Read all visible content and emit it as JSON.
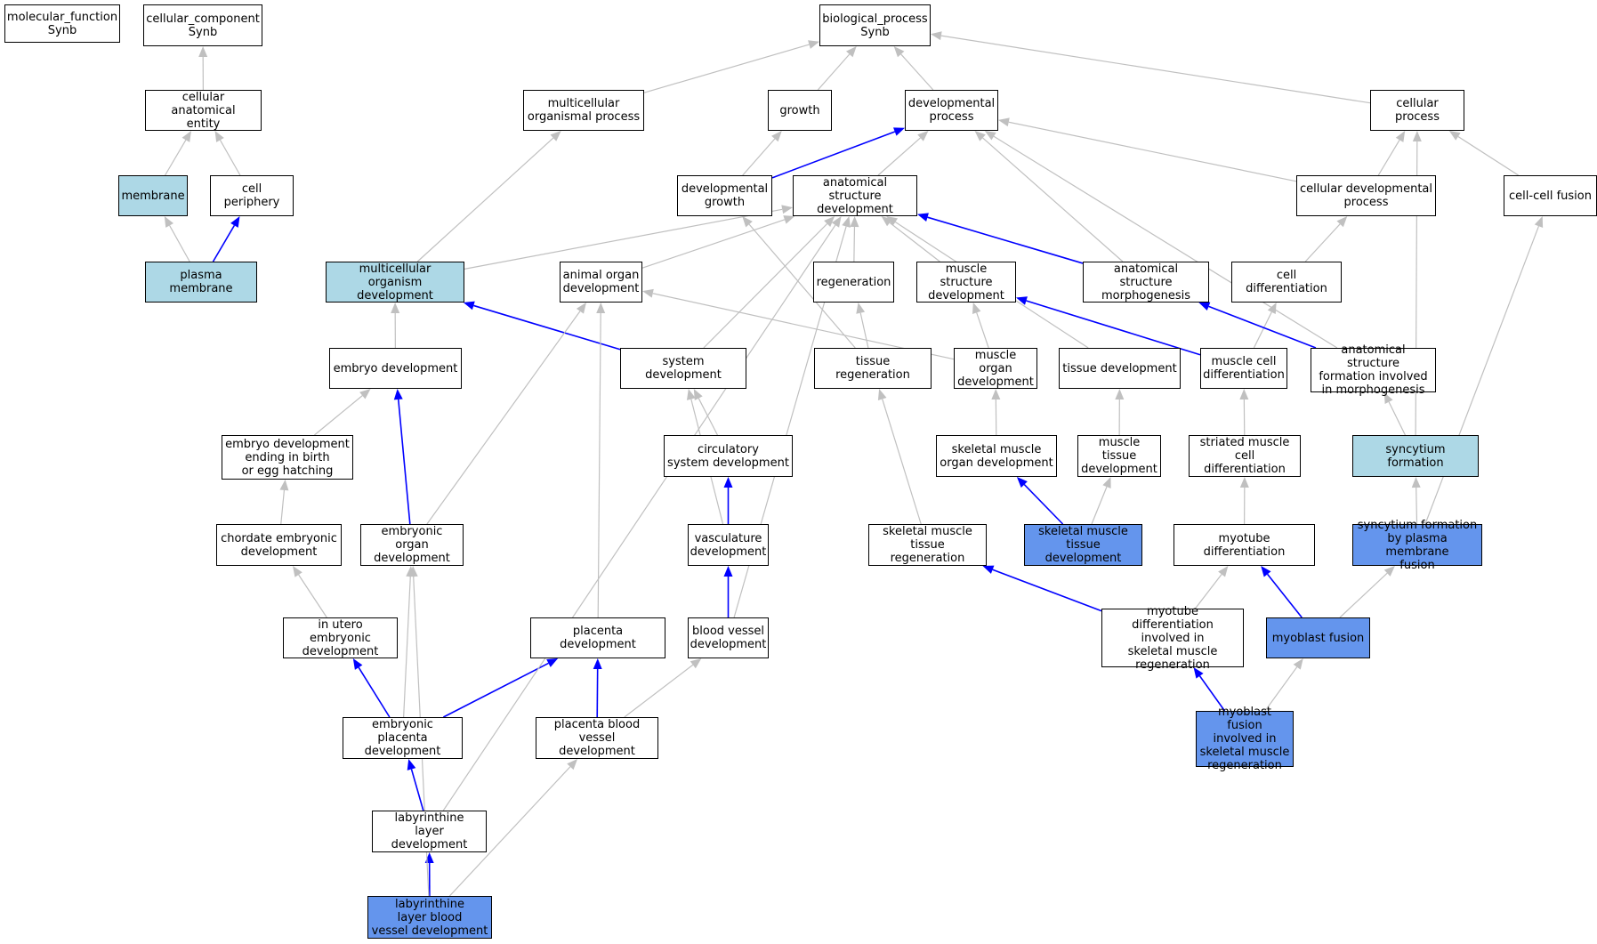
{
  "colors": {
    "plain": "#ffffff",
    "light": "#add8e6",
    "dark": "#6495ed",
    "edge_gray": "#c0c0c0",
    "edge_blue": "#0000ff"
  },
  "nodes": [
    {
      "id": "mf",
      "label": "molecular_function\nSynb",
      "style": "plain"
    },
    {
      "id": "cc",
      "label": "cellular_component\nSynb",
      "style": "plain"
    },
    {
      "id": "bp",
      "label": "biological_process\nSynb",
      "style": "plain"
    },
    {
      "id": "cae",
      "label": "cellular anatomical\nentity",
      "style": "plain"
    },
    {
      "id": "mop",
      "label": "multicellular\norganismal process",
      "style": "plain"
    },
    {
      "id": "growth",
      "label": "growth",
      "style": "plain"
    },
    {
      "id": "devp",
      "label": "developmental\nprocess",
      "style": "plain"
    },
    {
      "id": "cellp",
      "label": "cellular process",
      "style": "plain"
    },
    {
      "id": "membrane",
      "label": "membrane",
      "style": "light"
    },
    {
      "id": "cperi",
      "label": "cell periphery",
      "style": "plain"
    },
    {
      "id": "devg",
      "label": "developmental\ngrowth",
      "style": "plain"
    },
    {
      "id": "asd",
      "label": "anatomical structure\ndevelopment",
      "style": "plain"
    },
    {
      "id": "cdp",
      "label": "cellular developmental\nprocess",
      "style": "plain"
    },
    {
      "id": "ccf",
      "label": "cell-cell fusion",
      "style": "plain"
    },
    {
      "id": "pm",
      "label": "plasma membrane",
      "style": "light"
    },
    {
      "id": "mod",
      "label": "multicellular\norganism development",
      "style": "light"
    },
    {
      "id": "aod",
      "label": "animal organ\ndevelopment",
      "style": "plain"
    },
    {
      "id": "regen",
      "label": "regeneration",
      "style": "plain"
    },
    {
      "id": "msd",
      "label": "muscle structure\ndevelopment",
      "style": "plain"
    },
    {
      "id": "asm",
      "label": "anatomical structure\nmorphogenesis",
      "style": "plain"
    },
    {
      "id": "cdiff",
      "label": "cell differentiation",
      "style": "plain"
    },
    {
      "id": "embd",
      "label": "embryo development",
      "style": "plain"
    },
    {
      "id": "sysd",
      "label": "system development",
      "style": "plain"
    },
    {
      "id": "treg",
      "label": "tissue regeneration",
      "style": "plain"
    },
    {
      "id": "muod",
      "label": "muscle organ\ndevelopment",
      "style": "plain"
    },
    {
      "id": "tisd",
      "label": "tissue development",
      "style": "plain"
    },
    {
      "id": "mcd",
      "label": "muscle cell\ndifferentiation",
      "style": "plain"
    },
    {
      "id": "asfm",
      "label": "anatomical structure\nformation involved\nin morphogenesis",
      "style": "plain"
    },
    {
      "id": "edeb",
      "label": "embryo development\nending in birth\nor egg hatching",
      "style": "plain"
    },
    {
      "id": "csd",
      "label": "circulatory\nsystem development",
      "style": "plain"
    },
    {
      "id": "smod",
      "label": "skeletal muscle\norgan development",
      "style": "plain"
    },
    {
      "id": "mtd",
      "label": "muscle tissue\ndevelopment",
      "style": "plain"
    },
    {
      "id": "scd",
      "label": "striated muscle\ncell differentiation",
      "style": "plain"
    },
    {
      "id": "syncf",
      "label": "syncytium formation",
      "style": "light"
    },
    {
      "id": "ced",
      "label": "chordate embryonic\ndevelopment",
      "style": "plain"
    },
    {
      "id": "eod",
      "label": "embryonic organ\ndevelopment",
      "style": "plain"
    },
    {
      "id": "vd",
      "label": "vasculature\ndevelopment",
      "style": "plain"
    },
    {
      "id": "smtr",
      "label": "skeletal muscle\ntissue regeneration",
      "style": "plain"
    },
    {
      "id": "smtd",
      "label": "skeletal muscle\ntissue development",
      "style": "dark"
    },
    {
      "id": "mytd",
      "label": "myotube differentiation",
      "style": "plain"
    },
    {
      "id": "sfpm",
      "label": "syncytium formation\nby plasma membrane\nfusion",
      "style": "dark"
    },
    {
      "id": "iued",
      "label": "in utero embryonic\ndevelopment",
      "style": "plain"
    },
    {
      "id": "pd",
      "label": "placenta development",
      "style": "plain"
    },
    {
      "id": "bvd",
      "label": "blood vessel\ndevelopment",
      "style": "plain"
    },
    {
      "id": "mdsmr",
      "label": "myotube differentiation\ninvolved in\nskeletal muscle\nregeneration",
      "style": "plain"
    },
    {
      "id": "mf2",
      "label": "myoblast fusion",
      "style": "dark"
    },
    {
      "id": "epd",
      "label": "embryonic placenta\ndevelopment",
      "style": "plain"
    },
    {
      "id": "pbvd",
      "label": "placenta blood\nvessel development",
      "style": "plain"
    },
    {
      "id": "mfsmr",
      "label": "myoblast fusion\ninvolved in\nskeletal muscle\nregeneration",
      "style": "dark"
    },
    {
      "id": "lld",
      "label": "labyrinthine\nlayer development",
      "style": "plain"
    },
    {
      "id": "llbvd",
      "label": "labyrinthine\nlayer blood\nvessel development",
      "style": "dark"
    }
  ],
  "edges": [
    {
      "from": "cae",
      "to": "cc",
      "color": "gray"
    },
    {
      "from": "mop",
      "to": "bp",
      "color": "gray"
    },
    {
      "from": "growth",
      "to": "bp",
      "color": "gray"
    },
    {
      "from": "devp",
      "to": "bp",
      "color": "gray"
    },
    {
      "from": "cellp",
      "to": "bp",
      "color": "gray"
    },
    {
      "from": "membrane",
      "to": "cae",
      "color": "gray"
    },
    {
      "from": "cperi",
      "to": "cae",
      "color": "gray"
    },
    {
      "from": "devg",
      "to": "growth",
      "color": "gray"
    },
    {
      "from": "devg",
      "to": "devp",
      "color": "blue"
    },
    {
      "from": "asd",
      "to": "devp",
      "color": "gray"
    },
    {
      "from": "cdp",
      "to": "devp",
      "color": "gray"
    },
    {
      "from": "cdp",
      "to": "cellp",
      "color": "gray"
    },
    {
      "from": "ccf",
      "to": "cellp",
      "color": "gray"
    },
    {
      "from": "pm",
      "to": "membrane",
      "color": "gray"
    },
    {
      "from": "pm",
      "to": "cperi",
      "color": "blue"
    },
    {
      "from": "mod",
      "to": "mop",
      "color": "gray"
    },
    {
      "from": "mod",
      "to": "asd",
      "color": "gray"
    },
    {
      "from": "aod",
      "to": "asd",
      "color": "gray"
    },
    {
      "from": "regen",
      "to": "asd",
      "color": "gray"
    },
    {
      "from": "msd",
      "to": "asd",
      "color": "gray"
    },
    {
      "from": "asm",
      "to": "asd",
      "color": "blue"
    },
    {
      "from": "asm",
      "to": "devp",
      "color": "gray"
    },
    {
      "from": "cdiff",
      "to": "cdp",
      "color": "gray"
    },
    {
      "from": "embd",
      "to": "mod",
      "color": "gray"
    },
    {
      "from": "sysd",
      "to": "mod",
      "color": "blue"
    },
    {
      "from": "sysd",
      "to": "asd",
      "color": "gray"
    },
    {
      "from": "treg",
      "to": "regen",
      "color": "gray"
    },
    {
      "from": "treg",
      "to": "devg",
      "color": "gray"
    },
    {
      "from": "muod",
      "to": "msd",
      "color": "gray"
    },
    {
      "from": "muod",
      "to": "aod",
      "color": "gray"
    },
    {
      "from": "tisd",
      "to": "asd",
      "color": "gray"
    },
    {
      "from": "mcd",
      "to": "msd",
      "color": "blue"
    },
    {
      "from": "mcd",
      "to": "cdiff",
      "color": "gray"
    },
    {
      "from": "asfm",
      "to": "asm",
      "color": "blue"
    },
    {
      "from": "asfm",
      "to": "devp",
      "color": "gray"
    },
    {
      "from": "edeb",
      "to": "embd",
      "color": "gray"
    },
    {
      "from": "csd",
      "to": "sysd",
      "color": "gray"
    },
    {
      "from": "smod",
      "to": "muod",
      "color": "gray"
    },
    {
      "from": "mtd",
      "to": "tisd",
      "color": "gray"
    },
    {
      "from": "scd",
      "to": "mcd",
      "color": "gray"
    },
    {
      "from": "syncf",
      "to": "asfm",
      "color": "gray"
    },
    {
      "from": "syncf",
      "to": "cellp",
      "color": "gray"
    },
    {
      "from": "ced",
      "to": "edeb",
      "color": "gray"
    },
    {
      "from": "eod",
      "to": "embd",
      "color": "blue"
    },
    {
      "from": "eod",
      "to": "aod",
      "color": "gray"
    },
    {
      "from": "vd",
      "to": "csd",
      "color": "blue"
    },
    {
      "from": "vd",
      "to": "sysd",
      "color": "gray"
    },
    {
      "from": "smtr",
      "to": "treg",
      "color": "gray"
    },
    {
      "from": "smtd",
      "to": "smod",
      "color": "blue"
    },
    {
      "from": "smtd",
      "to": "mtd",
      "color": "gray"
    },
    {
      "from": "mytd",
      "to": "scd",
      "color": "gray"
    },
    {
      "from": "sfpm",
      "to": "syncf",
      "color": "gray"
    },
    {
      "from": "sfpm",
      "to": "ccf",
      "color": "gray"
    },
    {
      "from": "iued",
      "to": "ced",
      "color": "gray"
    },
    {
      "from": "pd",
      "to": "aod",
      "color": "gray"
    },
    {
      "from": "bvd",
      "to": "vd",
      "color": "blue"
    },
    {
      "from": "bvd",
      "to": "asd",
      "color": "gray"
    },
    {
      "from": "mdsmr",
      "to": "smtr",
      "color": "blue"
    },
    {
      "from": "mdsmr",
      "to": "mytd",
      "color": "gray"
    },
    {
      "from": "mf2",
      "to": "mytd",
      "color": "blue"
    },
    {
      "from": "mf2",
      "to": "sfpm",
      "color": "gray"
    },
    {
      "from": "epd",
      "to": "iued",
      "color": "blue"
    },
    {
      "from": "epd",
      "to": "pd",
      "color": "blue"
    },
    {
      "from": "epd",
      "to": "eod",
      "color": "gray"
    },
    {
      "from": "pbvd",
      "to": "pd",
      "color": "blue"
    },
    {
      "from": "pbvd",
      "to": "bvd",
      "color": "gray"
    },
    {
      "from": "mfsmr",
      "to": "mdsmr",
      "color": "blue"
    },
    {
      "from": "mfsmr",
      "to": "mf2",
      "color": "gray"
    },
    {
      "from": "lld",
      "to": "epd",
      "color": "blue"
    },
    {
      "from": "lld",
      "to": "asd",
      "color": "gray"
    },
    {
      "from": "llbvd",
      "to": "lld",
      "color": "blue"
    },
    {
      "from": "llbvd",
      "to": "pbvd",
      "color": "gray"
    },
    {
      "from": "llbvd",
      "to": "eod",
      "color": "gray"
    }
  ]
}
